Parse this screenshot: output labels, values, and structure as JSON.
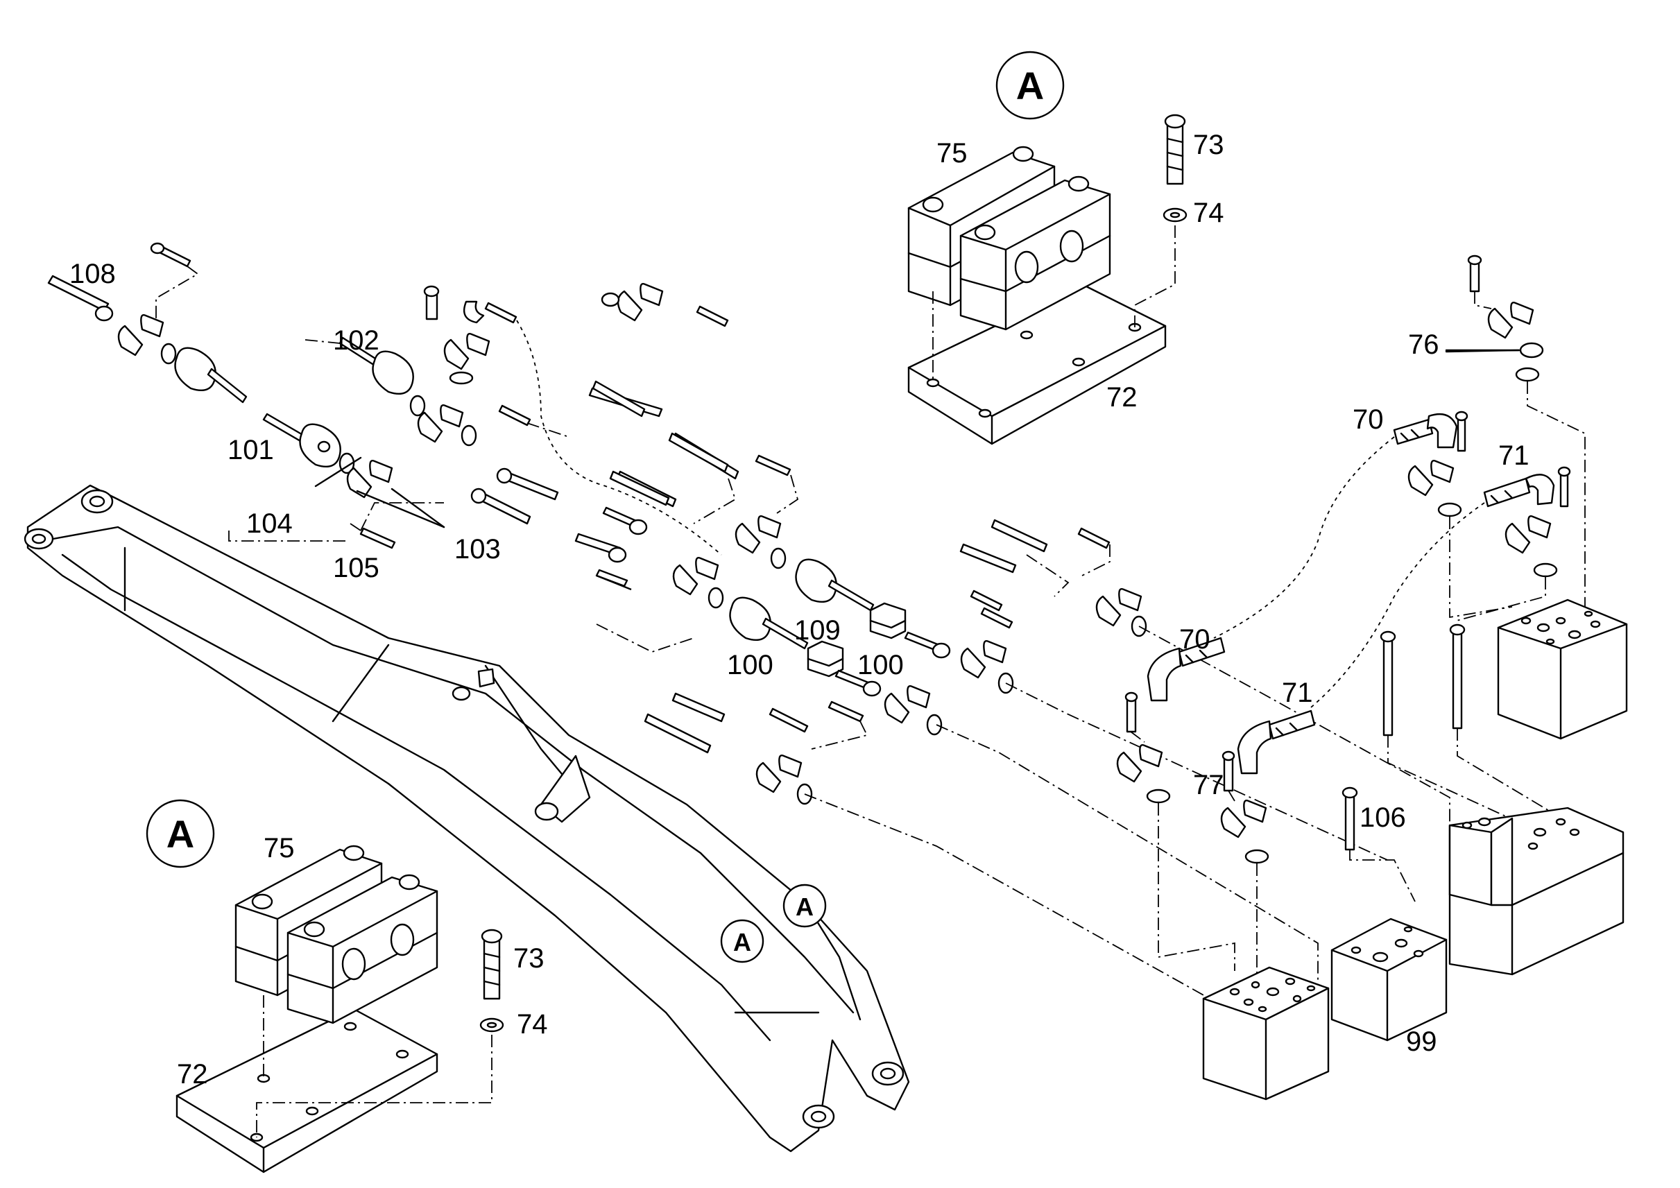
{
  "detail_mark": "A",
  "callouts": {
    "c70a": "70",
    "c70b": "70",
    "c71a": "71",
    "c71b": "71",
    "c72a": "72",
    "c72b": "72",
    "c73a": "73",
    "c73b": "73",
    "c74a": "74",
    "c74b": "74",
    "c75a": "75",
    "c75b": "75",
    "c76": "76",
    "c77": "77",
    "c99": "99",
    "c100a": "100",
    "c100b": "100",
    "c101": "101",
    "c102": "102",
    "c103": "103",
    "c104": "104",
    "c105": "105",
    "c106": "106",
    "c108": "108",
    "c109": "109"
  }
}
